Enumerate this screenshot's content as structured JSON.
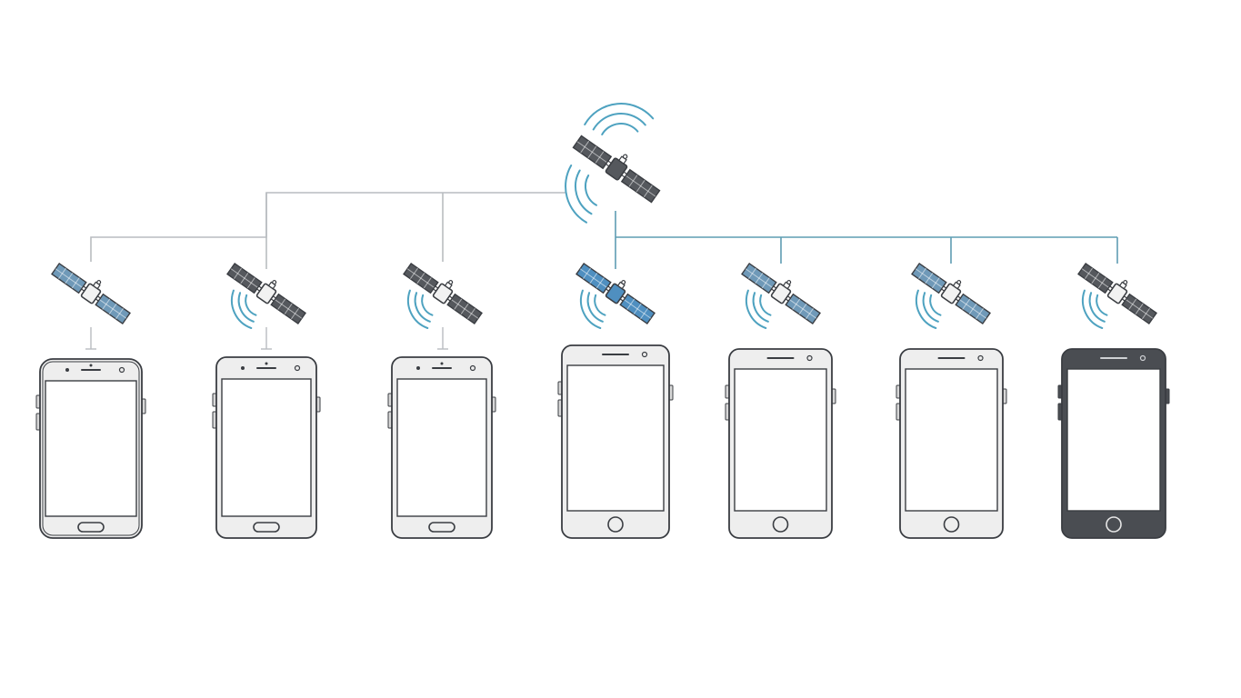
{
  "colors": {
    "background": "#ffffff",
    "outline": "#3a3d42",
    "gray_line": "#b9bcc0",
    "teal_line": "#5f9db3",
    "panel_gray": "#55585d",
    "panel_blue": "#6f99b8",
    "panel_bright_blue": "#4f8fc0",
    "wave_teal": "#4ea2c0",
    "phone_body_light": "#eeeeee",
    "phone_body_dark": "#4a4d52",
    "screen": "#ffffff"
  },
  "hub": {
    "icon": "satellite-icon",
    "panel_color": "gray",
    "signal_waves": true
  },
  "branches": [
    {
      "group": "android",
      "link_color": "gray",
      "satellite": {
        "icon": "satellite-icon",
        "panel_color": "blue",
        "signal_waves": false
      },
      "phone": {
        "icon": "smartphone-icon",
        "style": "android-rounded",
        "body": "light"
      }
    },
    {
      "group": "android",
      "link_color": "gray",
      "satellite": {
        "icon": "satellite-icon",
        "panel_color": "gray",
        "signal_waves": true
      },
      "phone": {
        "icon": "smartphone-icon",
        "style": "android",
        "body": "light"
      }
    },
    {
      "group": "android",
      "link_color": "gray",
      "satellite": {
        "icon": "satellite-icon",
        "panel_color": "gray",
        "signal_waves": true
      },
      "phone": {
        "icon": "smartphone-icon",
        "style": "android",
        "body": "light"
      }
    },
    {
      "group": "iphone",
      "link_color": "teal",
      "satellite": {
        "icon": "satellite-icon",
        "panel_color": "bright-blue",
        "signal_waves": true
      },
      "phone": {
        "icon": "smartphone-icon",
        "style": "iphone",
        "body": "light"
      }
    },
    {
      "group": "iphone",
      "link_color": "teal",
      "satellite": {
        "icon": "satellite-icon",
        "panel_color": "blue",
        "signal_waves": true
      },
      "phone": {
        "icon": "smartphone-icon",
        "style": "iphone",
        "body": "light"
      }
    },
    {
      "group": "iphone",
      "link_color": "teal",
      "satellite": {
        "icon": "satellite-icon",
        "panel_color": "blue",
        "signal_waves": true
      },
      "phone": {
        "icon": "smartphone-icon",
        "style": "iphone",
        "body": "light"
      }
    },
    {
      "group": "iphone",
      "link_color": "teal",
      "satellite": {
        "icon": "satellite-icon",
        "panel_color": "gray",
        "signal_waves": true
      },
      "phone": {
        "icon": "smartphone-icon",
        "style": "iphone",
        "body": "dark"
      }
    }
  ]
}
